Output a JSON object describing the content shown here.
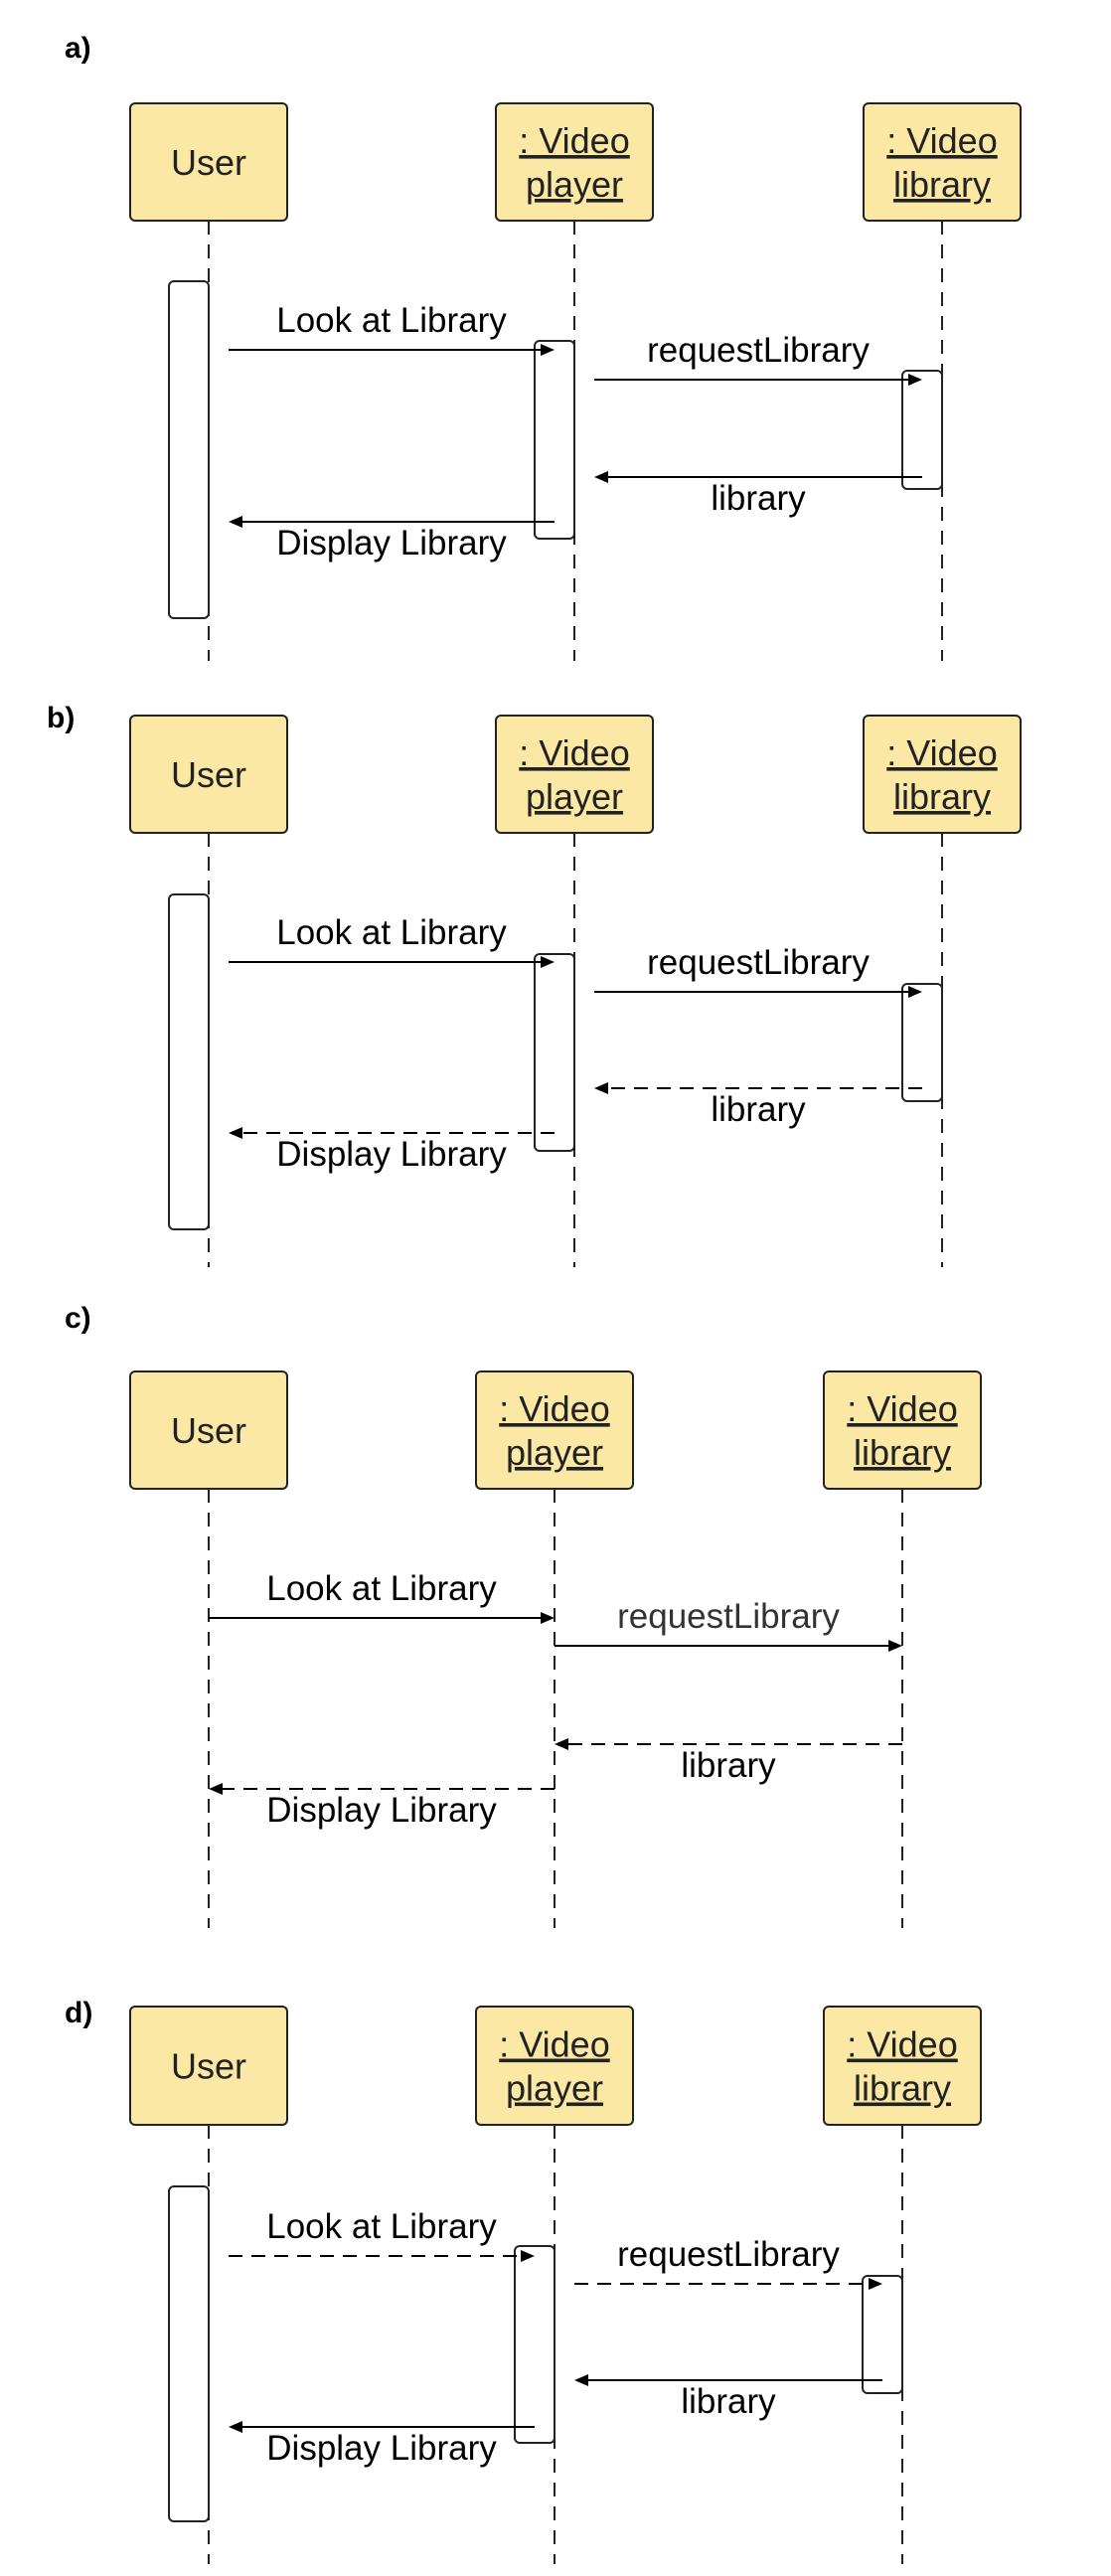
{
  "colors": {
    "object_fill": "#fbe8a5",
    "stroke": "#222222",
    "text": "#000000"
  },
  "panels": [
    {
      "label": "a)",
      "objects": [
        {
          "line1": "User",
          "line2": "",
          "underline": false
        },
        {
          "line1": ": Video",
          "line2": "player",
          "underline": true
        },
        {
          "line1": ": Video",
          "line2": "library",
          "underline": true
        }
      ],
      "messages": [
        {
          "label": "Look at Library",
          "from": "User",
          "to": ": Video player",
          "style": "solid"
        },
        {
          "label": "requestLibrary",
          "from": ": Video player",
          "to": ": Video library",
          "style": "solid"
        },
        {
          "label": "library",
          "from": ": Video library",
          "to": ": Video player",
          "style": "solid"
        },
        {
          "label": "Display Library",
          "from": ": Video player",
          "to": "User",
          "style": "solid"
        }
      ]
    },
    {
      "label": "b)",
      "objects": [
        {
          "line1": "User",
          "line2": "",
          "underline": false
        },
        {
          "line1": ": Video",
          "line2": "player",
          "underline": true
        },
        {
          "line1": ": Video",
          "line2": "library",
          "underline": true
        }
      ],
      "messages": [
        {
          "label": "Look at Library",
          "from": "User",
          "to": ": Video player",
          "style": "solid"
        },
        {
          "label": "requestLibrary",
          "from": ": Video player",
          "to": ": Video library",
          "style": "solid"
        },
        {
          "label": "library",
          "from": ": Video library",
          "to": ": Video player",
          "style": "dashed"
        },
        {
          "label": "Display Library",
          "from": ": Video player",
          "to": "User",
          "style": "dashed"
        }
      ]
    },
    {
      "label": "c)",
      "objects": [
        {
          "line1": "User",
          "line2": "",
          "underline": false
        },
        {
          "line1": ": Video",
          "line2": "player",
          "underline": true
        },
        {
          "line1": ": Video",
          "line2": "library",
          "underline": true
        }
      ],
      "messages": [
        {
          "label": "Look at Library",
          "from": "User",
          "to": ": Video player",
          "style": "solid"
        },
        {
          "label": "requestLibrary",
          "from": ": Video player",
          "to": ": Video library",
          "style": "solid"
        },
        {
          "label": "library",
          "from": ": Video library",
          "to": ": Video player",
          "style": "dashed"
        },
        {
          "label": "Display Library",
          "from": ": Video player",
          "to": "User",
          "style": "dashed"
        }
      ]
    },
    {
      "label": "d)",
      "objects": [
        {
          "line1": "User",
          "line2": "",
          "underline": false
        },
        {
          "line1": ": Video",
          "line2": "player",
          "underline": true
        },
        {
          "line1": ": Video",
          "line2": "library",
          "underline": true
        }
      ],
      "messages": [
        {
          "label": "Look at Library",
          "from": "User",
          "to": ": Video player",
          "style": "dashed"
        },
        {
          "label": "requestLibrary",
          "from": ": Video player",
          "to": ": Video library",
          "style": "dashed"
        },
        {
          "label": "library",
          "from": ": Video library",
          "to": ": Video player",
          "style": "solid"
        },
        {
          "label": "Display Library",
          "from": ": Video player",
          "to": "User",
          "style": "solid"
        }
      ]
    }
  ]
}
